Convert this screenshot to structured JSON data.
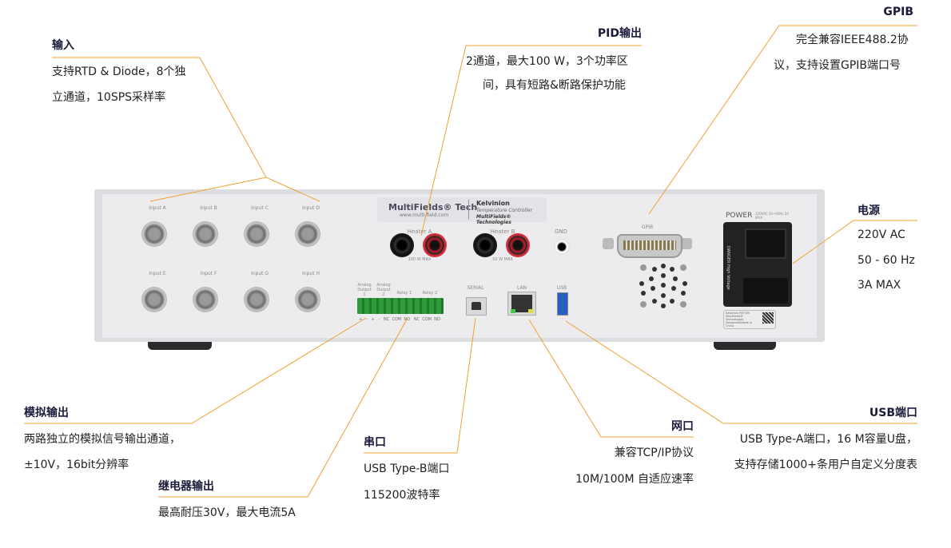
{
  "callouts": {
    "input": {
      "title": "输入",
      "lines": [
        "支持RTD & Diode，8个独",
        "立通道，10SPS采样率"
      ]
    },
    "pid": {
      "title": "PID输出",
      "lines": [
        "2通道，最大100 W，3个功率区",
        "间，具有短路&断路保护功能"
      ]
    },
    "gpib": {
      "title": "GPIB",
      "lines": [
        "完全兼容IEEE488.2协",
        "议，支持设置GPIB端口号"
      ]
    },
    "power": {
      "title": "电源",
      "lines": [
        "220V AC",
        "50 - 60 Hz",
        "3A MAX"
      ]
    },
    "analog": {
      "title": "模拟输出",
      "lines": [
        "两路独立的模拟信号输出通道，",
        "±10V，16bit分辨率"
      ]
    },
    "relay": {
      "title": "继电器输出",
      "lines": [
        "最高耐压30V，最大电流5A"
      ]
    },
    "serial": {
      "title": "串口",
      "lines": [
        "USB Type-B端口",
        "115200波特率"
      ]
    },
    "lan": {
      "title": "网口",
      "lines": [
        "兼容TCP/IP协议",
        "10M/100M 自适应速率"
      ]
    },
    "usb": {
      "title": "USB端口",
      "lines": [
        "USB Type-A端口，16 M容量U盘，",
        "支持存储1000+条用户自定义分度表"
      ]
    }
  },
  "device": {
    "brand": "MultiFields® Tech",
    "url": "www.multi-field.com",
    "product": "Kelvinion",
    "subtitle": "Temperature Controller",
    "company": "MultiFields® Technologies",
    "inputs": [
      "Input A",
      "Input B",
      "Input C",
      "Input D",
      "Input E",
      "Input F",
      "Input G",
      "Input H"
    ],
    "heater_a": "Heater A",
    "heater_a_max": "100 W MAX",
    "heater_b": "Heater B",
    "heater_b_max": "50 W MAX",
    "gnd": "GND",
    "analog1": "Analog Output 1",
    "analog2": "Analog Output 2",
    "relay1": "Relay 1",
    "relay2": "Relay 2",
    "terminals": "+   -   +   -   NC  COM  NO   NC  COM  NO",
    "serial": "SERIAL",
    "lan": "LAN",
    "usb": "USB",
    "gpib": "GPIB",
    "power": "POWER",
    "power_rating": "220VAC 50~60Hz 2A MAX",
    "danger": "DANGER High Voltage",
    "sticker": "Kelvinion P/N S/N MultiFields® Technologies Designed&Made in China"
  },
  "colors": {
    "accent": "#f0a030",
    "title": "#1a1a3a"
  }
}
